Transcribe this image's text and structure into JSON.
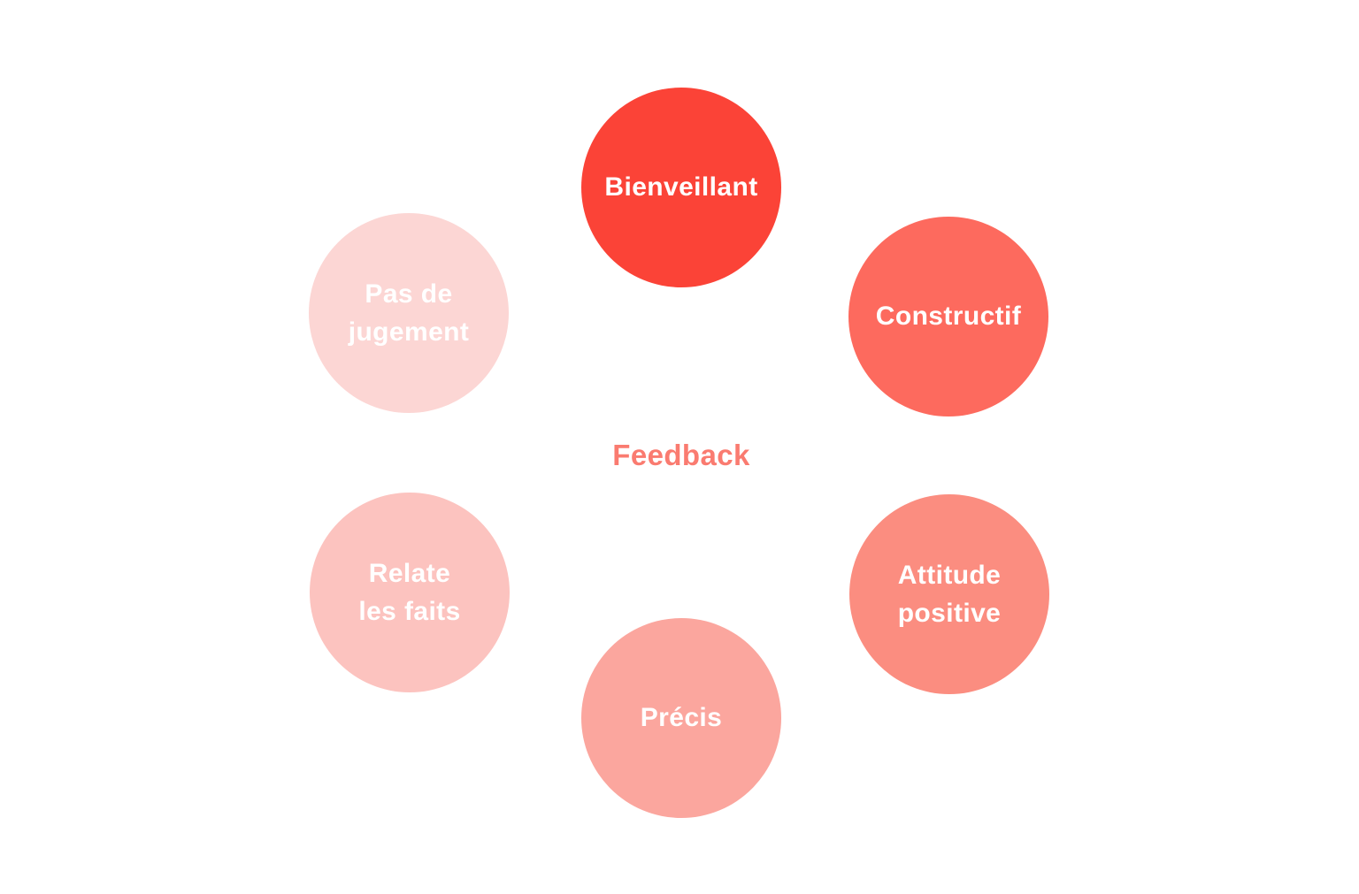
{
  "diagram": {
    "center_label": "Feedback",
    "center_label_color": "#FA7B70",
    "background_color": "#FFFFFF",
    "label_text_color": "#FFFFFF",
    "circles": [
      {
        "id": "bienveillant",
        "label": "Bienveillant",
        "color": "#FB4337"
      },
      {
        "id": "constructif",
        "label": "Constructif",
        "color": "#FD6A5E"
      },
      {
        "id": "attitude-positive",
        "label": "Attitude\npositive",
        "color": "#FB8D80"
      },
      {
        "id": "precis",
        "label": "Précis",
        "color": "#FBA69E"
      },
      {
        "id": "relate-les-faits",
        "label": "Relate\nles faits",
        "color": "#FCC3BF"
      },
      {
        "id": "pas-de-jugement",
        "label": "Pas de\njugement",
        "color": "#FCD6D4"
      }
    ]
  }
}
